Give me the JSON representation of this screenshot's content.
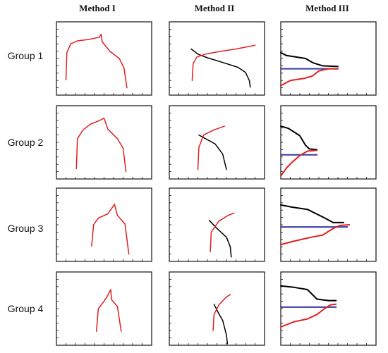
{
  "columns": [
    "Method I",
    "Method II",
    "Method III"
  ],
  "rows": [
    "Group 1",
    "Group 2",
    "Group 3",
    "Group 4"
  ],
  "colors": {
    "red": "#e02020",
    "black": "#000000",
    "blue": "#3a3aa8",
    "frame": "#111111"
  },
  "chart_data": {
    "type": "line",
    "title": "",
    "xlabel": "",
    "ylabel": "",
    "grid": false,
    "axis_ticks_labeled": false,
    "xlim": [
      0,
      1
    ],
    "ylim": [
      0,
      1
    ],
    "panels": [
      {
        "group": "Group 1",
        "method": "Method I",
        "series": [
          {
            "color": "red",
            "points": [
              [
                0.1,
                0.21
              ],
              [
                0.11,
                0.58
              ],
              [
                0.15,
                0.7
              ],
              [
                0.22,
                0.74
              ],
              [
                0.34,
                0.76
              ],
              [
                0.45,
                0.79
              ],
              [
                0.47,
                0.83
              ],
              [
                0.48,
                0.73
              ],
              [
                0.56,
                0.6
              ],
              [
                0.66,
                0.5
              ],
              [
                0.71,
                0.37
              ],
              [
                0.74,
                0.1
              ]
            ]
          }
        ]
      },
      {
        "group": "Group 1",
        "method": "Method II",
        "series": [
          {
            "color": "black",
            "points": [
              [
                0.23,
                0.63
              ],
              [
                0.3,
                0.56
              ],
              [
                0.4,
                0.51
              ],
              [
                0.55,
                0.45
              ],
              [
                0.72,
                0.38
              ],
              [
                0.8,
                0.31
              ],
              [
                0.84,
                0.2
              ],
              [
                0.85,
                0.11
              ]
            ]
          },
          {
            "color": "red",
            "points": [
              [
                0.24,
                0.2
              ],
              [
                0.25,
                0.43
              ],
              [
                0.29,
                0.52
              ],
              [
                0.38,
                0.56
              ],
              [
                0.55,
                0.6
              ],
              [
                0.7,
                0.63
              ],
              [
                0.82,
                0.66
              ],
              [
                0.9,
                0.68
              ]
            ]
          }
        ]
      },
      {
        "group": "Group 1",
        "method": "Method III",
        "series": [
          {
            "color": "black",
            "points": [
              [
                0,
                0.58
              ],
              [
                0.06,
                0.54
              ],
              [
                0.16,
                0.52
              ],
              [
                0.26,
                0.5
              ],
              [
                0.34,
                0.44
              ],
              [
                0.44,
                0.4
              ],
              [
                0.6,
                0.39
              ]
            ]
          },
          {
            "color": "blue",
            "points": [
              [
                0,
                0.36
              ],
              [
                0.6,
                0.36
              ]
            ]
          },
          {
            "color": "red",
            "points": [
              [
                0,
                0.13
              ],
              [
                0.1,
                0.2
              ],
              [
                0.25,
                0.23
              ],
              [
                0.33,
                0.26
              ],
              [
                0.4,
                0.33
              ],
              [
                0.5,
                0.36
              ],
              [
                0.6,
                0.36
              ]
            ]
          }
        ]
      },
      {
        "group": "Group 2",
        "method": "Method I",
        "series": [
          {
            "color": "red",
            "points": [
              [
                0.21,
                0.14
              ],
              [
                0.22,
                0.55
              ],
              [
                0.28,
                0.67
              ],
              [
                0.36,
                0.75
              ],
              [
                0.44,
                0.79
              ],
              [
                0.5,
                0.83
              ],
              [
                0.54,
                0.68
              ],
              [
                0.64,
                0.55
              ],
              [
                0.7,
                0.42
              ],
              [
                0.73,
                0.1
              ]
            ]
          }
        ]
      },
      {
        "group": "Group 2",
        "method": "Method II",
        "series": [
          {
            "color": "black",
            "points": [
              [
                0.31,
                0.6
              ],
              [
                0.38,
                0.55
              ],
              [
                0.48,
                0.48
              ],
              [
                0.56,
                0.34
              ],
              [
                0.6,
                0.13
              ]
            ]
          },
          {
            "color": "red",
            "points": [
              [
                0.3,
                0.13
              ],
              [
                0.31,
                0.43
              ],
              [
                0.36,
                0.6
              ],
              [
                0.47,
                0.67
              ],
              [
                0.58,
                0.72
              ]
            ]
          }
        ]
      },
      {
        "group": "Group 2",
        "method": "Method III",
        "series": [
          {
            "color": "black",
            "points": [
              [
                0,
                0.72
              ],
              [
                0.08,
                0.69
              ],
              [
                0.14,
                0.64
              ],
              [
                0.2,
                0.59
              ],
              [
                0.26,
                0.46
              ],
              [
                0.3,
                0.41
              ],
              [
                0.38,
                0.4
              ]
            ]
          },
          {
            "color": "blue",
            "points": [
              [
                0,
                0.33
              ],
              [
                0.38,
                0.33
              ]
            ]
          },
          {
            "color": "red",
            "points": [
              [
                0,
                0.04
              ],
              [
                0.06,
                0.15
              ],
              [
                0.12,
                0.23
              ],
              [
                0.2,
                0.32
              ],
              [
                0.28,
                0.38
              ],
              [
                0.38,
                0.39
              ]
            ]
          }
        ]
      },
      {
        "group": "Group 3",
        "method": "Method I",
        "series": [
          {
            "color": "red",
            "points": [
              [
                0.37,
                0.21
              ],
              [
                0.39,
                0.5
              ],
              [
                0.44,
                0.59
              ],
              [
                0.54,
                0.65
              ],
              [
                0.61,
                0.78
              ],
              [
                0.64,
                0.63
              ],
              [
                0.72,
                0.51
              ],
              [
                0.76,
                0.1
              ]
            ]
          }
        ]
      },
      {
        "group": "Group 3",
        "method": "Method II",
        "series": [
          {
            "color": "black",
            "points": [
              [
                0.42,
                0.56
              ],
              [
                0.5,
                0.45
              ],
              [
                0.6,
                0.33
              ],
              [
                0.64,
                0.2
              ],
              [
                0.65,
                0.06
              ]
            ]
          },
          {
            "color": "red",
            "points": [
              [
                0.43,
                0.13
              ],
              [
                0.44,
                0.4
              ],
              [
                0.52,
                0.55
              ],
              [
                0.62,
                0.63
              ],
              [
                0.68,
                0.66
              ]
            ]
          }
        ]
      },
      {
        "group": "Group 3",
        "method": "Method III",
        "series": [
          {
            "color": "black",
            "points": [
              [
                0,
                0.77
              ],
              [
                0.12,
                0.74
              ],
              [
                0.28,
                0.71
              ],
              [
                0.45,
                0.6
              ],
              [
                0.55,
                0.53
              ],
              [
                0.66,
                0.53
              ]
            ]
          },
          {
            "color": "blue",
            "points": [
              [
                0,
                0.47
              ],
              [
                0.7,
                0.47
              ]
            ]
          },
          {
            "color": "red",
            "points": [
              [
                0,
                0.23
              ],
              [
                0.15,
                0.28
              ],
              [
                0.32,
                0.33
              ],
              [
                0.44,
                0.36
              ],
              [
                0.55,
                0.45
              ],
              [
                0.62,
                0.49
              ],
              [
                0.72,
                0.5
              ]
            ]
          }
        ]
      },
      {
        "group": "Group 4",
        "method": "Method I",
        "series": [
          {
            "color": "red",
            "points": [
              [
                0.42,
                0.19
              ],
              [
                0.44,
                0.5
              ],
              [
                0.5,
                0.6
              ],
              [
                0.53,
                0.66
              ],
              [
                0.57,
                0.76
              ],
              [
                0.58,
                0.62
              ],
              [
                0.64,
                0.53
              ],
              [
                0.68,
                0.19
              ]
            ]
          }
        ]
      },
      {
        "group": "Group 4",
        "method": "Method II",
        "series": [
          {
            "color": "black",
            "points": [
              [
                0.47,
                0.56
              ],
              [
                0.52,
                0.43
              ],
              [
                0.56,
                0.34
              ],
              [
                0.6,
                0.14
              ],
              [
                0.61,
                0.02
              ]
            ]
          },
          {
            "color": "red",
            "points": [
              [
                0.46,
                0.2
              ],
              [
                0.47,
                0.42
              ],
              [
                0.52,
                0.55
              ],
              [
                0.6,
                0.66
              ],
              [
                0.64,
                0.69
              ]
            ]
          }
        ]
      },
      {
        "group": "Group 4",
        "method": "Method III",
        "series": [
          {
            "color": "black",
            "points": [
              [
                0,
                0.81
              ],
              [
                0.14,
                0.79
              ],
              [
                0.28,
                0.76
              ],
              [
                0.38,
                0.63
              ],
              [
                0.5,
                0.61
              ],
              [
                0.58,
                0.61
              ]
            ]
          },
          {
            "color": "blue",
            "points": [
              [
                0,
                0.52
              ],
              [
                0.58,
                0.52
              ]
            ]
          },
          {
            "color": "red",
            "points": [
              [
                0,
                0.25
              ],
              [
                0.14,
                0.32
              ],
              [
                0.28,
                0.36
              ],
              [
                0.38,
                0.42
              ],
              [
                0.46,
                0.5
              ],
              [
                0.52,
                0.55
              ],
              [
                0.58,
                0.56
              ]
            ]
          }
        ]
      }
    ]
  }
}
